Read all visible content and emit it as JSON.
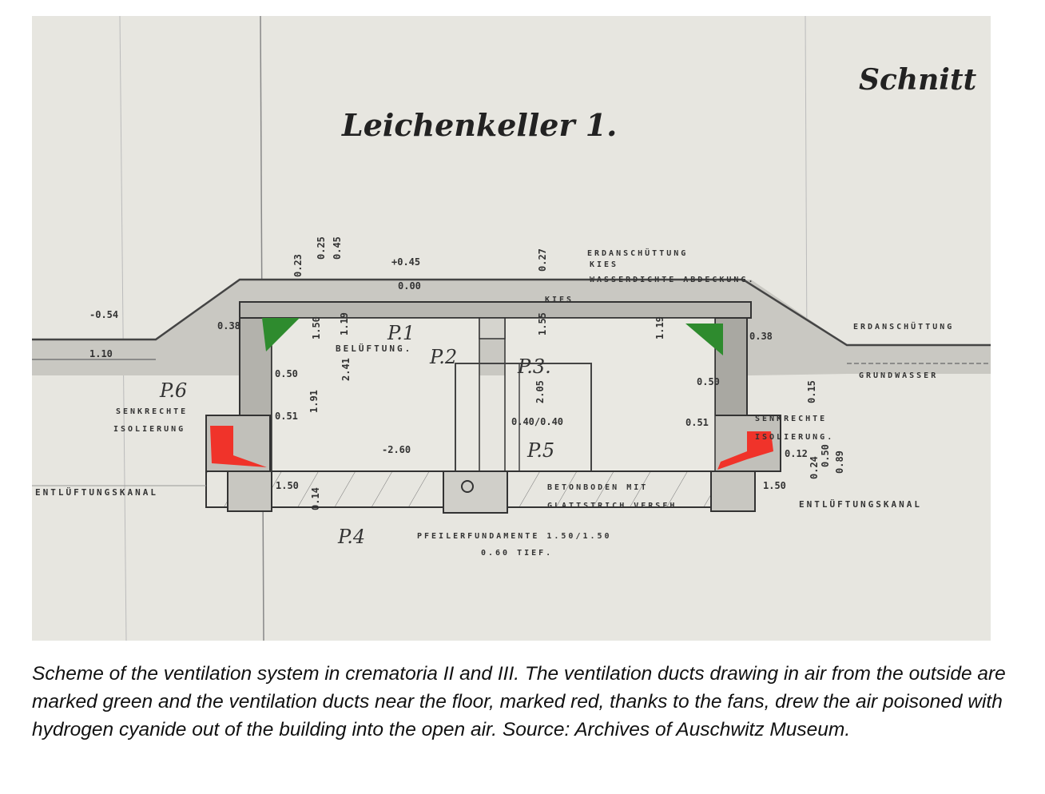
{
  "drawing": {
    "title": "Leichenkeller 1.",
    "section_label": "Schnitt",
    "room_labels": [
      "P.1",
      "P.2",
      "P.3.",
      "P.4",
      "P.5",
      "P.6"
    ],
    "annotations": {
      "beluftung": "BELÜFTUNG.",
      "erdanschuttung_top": "ERDANSCHÜTTUNG",
      "kies_top": "KIES",
      "abdeckung": "WASSERDICHTE ABDECKUNG.",
      "kies": "KIES",
      "erdanschuttung_right": "ERDANSCHÜTTUNG",
      "grundwasser": "GRUNDWASSER",
      "isolierung_left_1": "SENKRECHTE",
      "isolierung_left_2": "ISOLIERUNG",
      "isolierung_right_1": "SENKRECHTE",
      "isolierung_right_2": "ISOLIERUNG.",
      "entluftung_left": "ENTLÜFTUNGSKANAL",
      "entluftung_right": "ENTLÜFTUNGSKANAL",
      "betonboden_1": "BETONBODEN MIT",
      "betonboden_2": "GLATTSTRICH VERSEH.",
      "fundamente_1": "PFEILERFUNDAMENTE 1.50/1.50",
      "fundamente_2": "0.60 TIEF."
    },
    "dimensions": {
      "level_left": "-0.54",
      "level_left_2": "1.10",
      "d038_left": "0.38",
      "d023": "0.23",
      "d025": "0.25",
      "d045": "0.45",
      "level_top": "+0.45",
      "level_zero": "0.00",
      "d150": "1.50",
      "d119": "1.19",
      "d050": "0.50",
      "d191": "1.91",
      "d241": "2.41",
      "d051_left": "0.51",
      "level_floor": "-2.60",
      "d150_floor": "1.50",
      "d014": "0.14",
      "d027": "0.27",
      "d155": "1.55",
      "d205": "2.05",
      "d040": "0.40/0.40",
      "d119_right": "1.19",
      "d038_right": "0.38",
      "d050_right": "0.50",
      "d051_right": "0.51",
      "d015": "0.15",
      "d012": "0.12",
      "d024": "0.24",
      "d050b": "0.50",
      "d089": "0.89",
      "d150_right": "1.50"
    },
    "colors": {
      "supply_duct": "#2e8b2e",
      "exhaust_duct": "#f0332a"
    }
  },
  "caption": "Scheme of the ventilation system in crematoria II and III. The ventilation ducts drawing in air from the outside are marked green and the ventilation ducts near the floor, marked red, thanks to the fans, drew the air poisoned with hydrogen cyanide out of the building into the open air. Source: Archives of Auschwitz Museum."
}
